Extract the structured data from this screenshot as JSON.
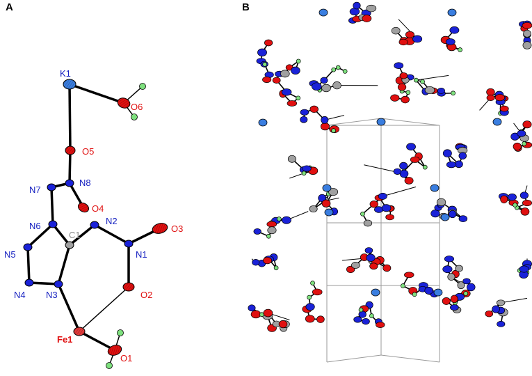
{
  "panels": {
    "a": {
      "letter": "A"
    },
    "b": {
      "letter": "B"
    }
  },
  "molecule_a": {
    "labels": {
      "K1": "K1",
      "O6": "O6",
      "O5": "O5",
      "N7": "N7",
      "N8": "N8",
      "O4": "O4",
      "N6": "N6",
      "C1": "C1",
      "N2": "N2",
      "O3": "O3",
      "N5": "N5",
      "N1": "N1",
      "N4": "N4",
      "N3": "N3",
      "O2": "O2",
      "Fe1": "Fe1",
      "O1": "O1"
    }
  },
  "colors": {
    "oxygen": "#e01010",
    "nitrogen": "#1a22d8",
    "carbon": "#a0a0a0",
    "potassium": "#3a7ee0",
    "iron": "#e03a3a",
    "hydrogen": "#7ee07e",
    "bond": "#000000",
    "cell_edge": "#9a9a9a"
  }
}
